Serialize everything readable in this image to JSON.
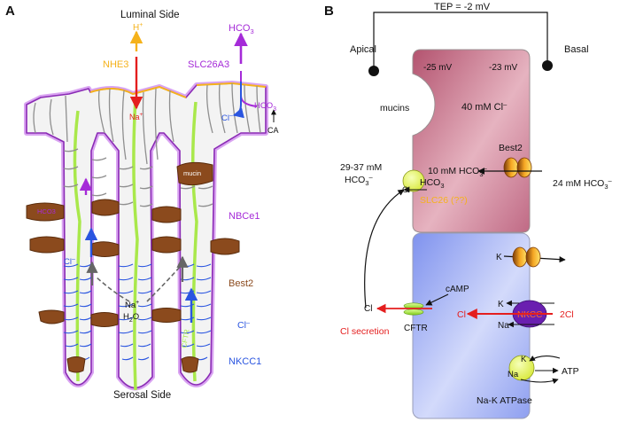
{
  "panelA": {
    "letter": "A",
    "luminal": "Luminal Side",
    "serosal": "Serosal Side",
    "hplus": "H",
    "hplus_sup": "+",
    "nhe3": "NHE3",
    "naplus_top": "Na",
    "naplus_top_sup": "+",
    "hco3_top": "HCO",
    "hco3_top_sub": "3",
    "slc26a3": "SLC26A3",
    "hco3_right": "HCO",
    "hco3_right_sub": "3",
    "cl_top": "Cl",
    "cl_top_sup": "–",
    "ca": "CA",
    "mucin": "mucin",
    "hco3_crypt": "HCO3",
    "nbce1": "NBCe1",
    "cl_left": "Cl",
    "cl_left_sup": "–",
    "best2": "Best2",
    "na_h2o_na": "Na",
    "na_h2o_sup": "+",
    "h2o": "H",
    "h2o_sub": "2",
    "h2o_o": "O",
    "cftr": "CFTR",
    "cl_right": "Cl",
    "cl_right_sup": "–",
    "nkcc1": "NKCC1"
  },
  "panelB": {
    "letter": "B",
    "tep": "TEP = -2 mV",
    "apical": "Apical",
    "basal": "Basal",
    "mv_left": "-25 mV",
    "mv_right": "-23 mV",
    "cl40_text": "40 mM Cl",
    "cl40_sup": "–",
    "mucins": "mucins",
    "best2": "Best2",
    "hco3_10": "10 mM HCO",
    "hco3_10_sub": "3",
    "hco3_10_sup": "–",
    "hco3_ext_line1": "29-37 mM",
    "hco3_ext_line2": "HCO",
    "hco3_ext_sub": "3",
    "hco3_ext_sup": "–",
    "hco3_24": "24 mM HCO",
    "hco3_24_sub": "3",
    "hco3_24_sup": "–",
    "slc_cl": "Cl",
    "slc_hco3": "HCO",
    "slc_hco3_sub": "3",
    "slc26": "SLC26 (??)",
    "k_top": "K",
    "camp": "cAMP",
    "cl_out": "Cl",
    "cftr": "CFTR",
    "cl_secretion": "Cl secretion",
    "nkcc_k": "K",
    "nkcc_na": "Na",
    "nkcc_cl": "Cl",
    "nkcc": "NKCC",
    "cl2": "2Cl",
    "atp_k": "K",
    "atp_na": "Na",
    "atp": "ATP",
    "nak_atpase": "Na-K ATPase"
  },
  "colors": {
    "orange": "#f5b21b",
    "purple": "#a52bd8",
    "red": "#e41e1e",
    "blue": "#2a55e0",
    "brown": "#8b4a1d",
    "lime": "#a9e84b",
    "cell_top": "#c56a86",
    "cell_bottom": "#8fa0f0"
  }
}
